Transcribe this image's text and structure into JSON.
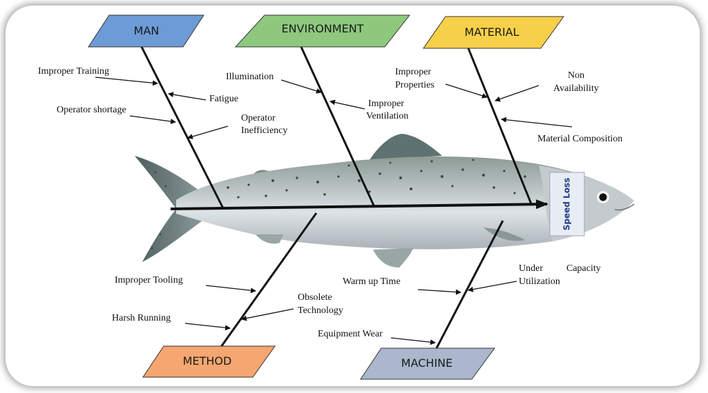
{
  "effect": "Speed Loss",
  "categories": {
    "man": {
      "label": "MAN",
      "color": "#6d9bd6"
    },
    "environment": {
      "label": "ENVIRONMENT",
      "color": "#8dc87d"
    },
    "material": {
      "label": "MATERIAL",
      "color": "#f7d04a"
    },
    "method": {
      "label": "METHOD",
      "color": "#f6a670"
    },
    "machine": {
      "label": "MACHINE",
      "color": "#aab7cc"
    }
  },
  "causes": {
    "improper_training": "Improper Training",
    "fatigue": "Fatigue",
    "operator_shortage": "Operator shortage",
    "operator_inefficiency_1": "Operator",
    "operator_inefficiency_2": "Inefficiency",
    "illumination": "Illumination",
    "improper_ventilation_1": "Improper",
    "improper_ventilation_2": "Ventilation",
    "improper_properties_1": "Improper",
    "improper_properties_2": "Properties",
    "non_availability_1": "Non",
    "non_availability_2": "Availability",
    "material_composition": "Material Composition",
    "improper_tooling": "Improper Tooling",
    "harsh_running": "Harsh Running",
    "obsolete_technology_1": "Obsolete",
    "obsolete_technology_2": "Technology",
    "warm_up_time": "Warm up Time",
    "under_capacity_1": "Under",
    "under_capacity_2": "Capacity",
    "under_utilization": "Utilization",
    "equipment_wear": "Equipment Wear"
  }
}
